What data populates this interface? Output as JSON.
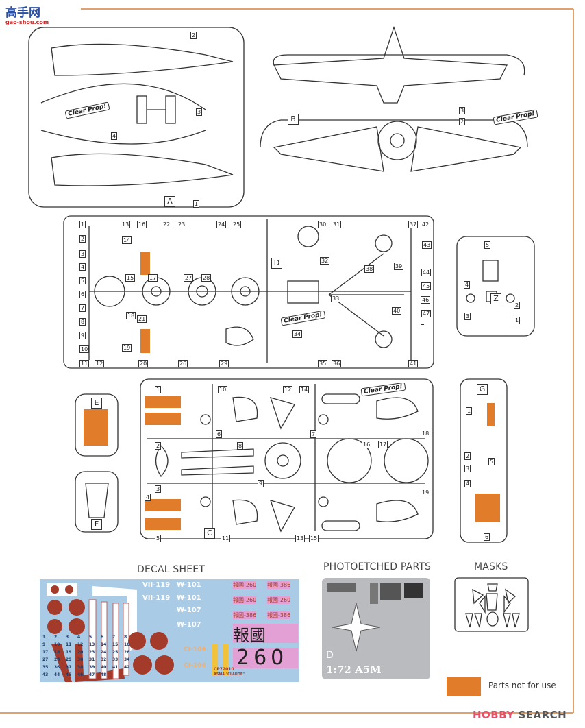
{
  "watermark_top": {
    "name": "高手网",
    "url": "gao-shou.com"
  },
  "watermark_bottom": {
    "brand": "HOBBY",
    "suffix": " SEARCH"
  },
  "colors": {
    "not_for_use": "#e07c2a",
    "border": "#d9823a",
    "decal_bg": "#a9cbe6",
    "pe_bg": "#b9bbbe",
    "decal_red": "#a33a2a"
  },
  "sprues": {
    "A": {
      "label": "A",
      "parts": [
        "1",
        "2",
        "3",
        "4"
      ],
      "text": "Clear Prop!"
    },
    "B": {
      "label": "B",
      "parts": [
        "2",
        "3"
      ],
      "text": "Clear Prop!"
    },
    "D": {
      "label": "D",
      "text": "Clear Prop!",
      "parts": [
        "1",
        "2",
        "3",
        "4",
        "5",
        "6",
        "7",
        "8",
        "9",
        "10",
        "11",
        "12",
        "13",
        "14",
        "15",
        "16",
        "17",
        "18",
        "19",
        "20",
        "21",
        "22",
        "23",
        "24",
        "25",
        "26",
        "27",
        "28",
        "29",
        "30",
        "31",
        "32",
        "33",
        "34",
        "35",
        "36",
        "37",
        "38",
        "39",
        "40",
        "41",
        "42",
        "43",
        "44",
        "45",
        "46",
        "47"
      ]
    },
    "Z": {
      "label": "Z",
      "parts": [
        "1",
        "2",
        "3",
        "4",
        "5"
      ]
    },
    "C": {
      "label": "C",
      "text": "Clear Prop!",
      "parts": [
        "1",
        "2",
        "3",
        "4",
        "5",
        "6",
        "7",
        "8",
        "9",
        "10",
        "11",
        "12",
        "13",
        "14",
        "15",
        "16",
        "17",
        "18",
        "19"
      ]
    },
    "E": {
      "label": "E"
    },
    "F": {
      "label": "F"
    },
    "G": {
      "label": "G",
      "parts": [
        "1",
        "2",
        "3",
        "4",
        "5",
        "6"
      ]
    }
  },
  "sections": {
    "decal_sheet": "DECAL SHEET",
    "photoetched": "PHOTOETCHED PARTS",
    "masks": "MASKS"
  },
  "decals": {
    "codes": [
      "VII-119",
      "W-101",
      "VII-119",
      "W-101",
      "W-107",
      "W-107"
    ],
    "kanji": "報國",
    "number": "260",
    "tags": [
      "報國-260",
      "報國-386",
      "報國-260",
      "報國-260",
      "報國-386",
      "報國-386"
    ],
    "tail_codes": [
      "CI-106",
      "CI-106"
    ],
    "product_code": "CP72010",
    "model": "A5M4 \"CLAUDE\"",
    "numbers": [
      "1",
      "2",
      "3",
      "4",
      "5",
      "6",
      "7",
      "8",
      "9",
      "10",
      "11",
      "12",
      "13",
      "14",
      "15",
      "16",
      "17",
      "18",
      "19",
      "20",
      "23",
      "24",
      "25",
      "26",
      "27",
      "28",
      "29",
      "30",
      "31",
      "32",
      "33",
      "34",
      "35",
      "36",
      "37",
      "38",
      "39",
      "40",
      "41",
      "42",
      "43",
      "44",
      "45",
      "46",
      "47",
      "48"
    ]
  },
  "photoetched": {
    "scale_label": "1:72 A5M",
    "letter": "D"
  },
  "legend": {
    "label": "Parts not for use"
  }
}
